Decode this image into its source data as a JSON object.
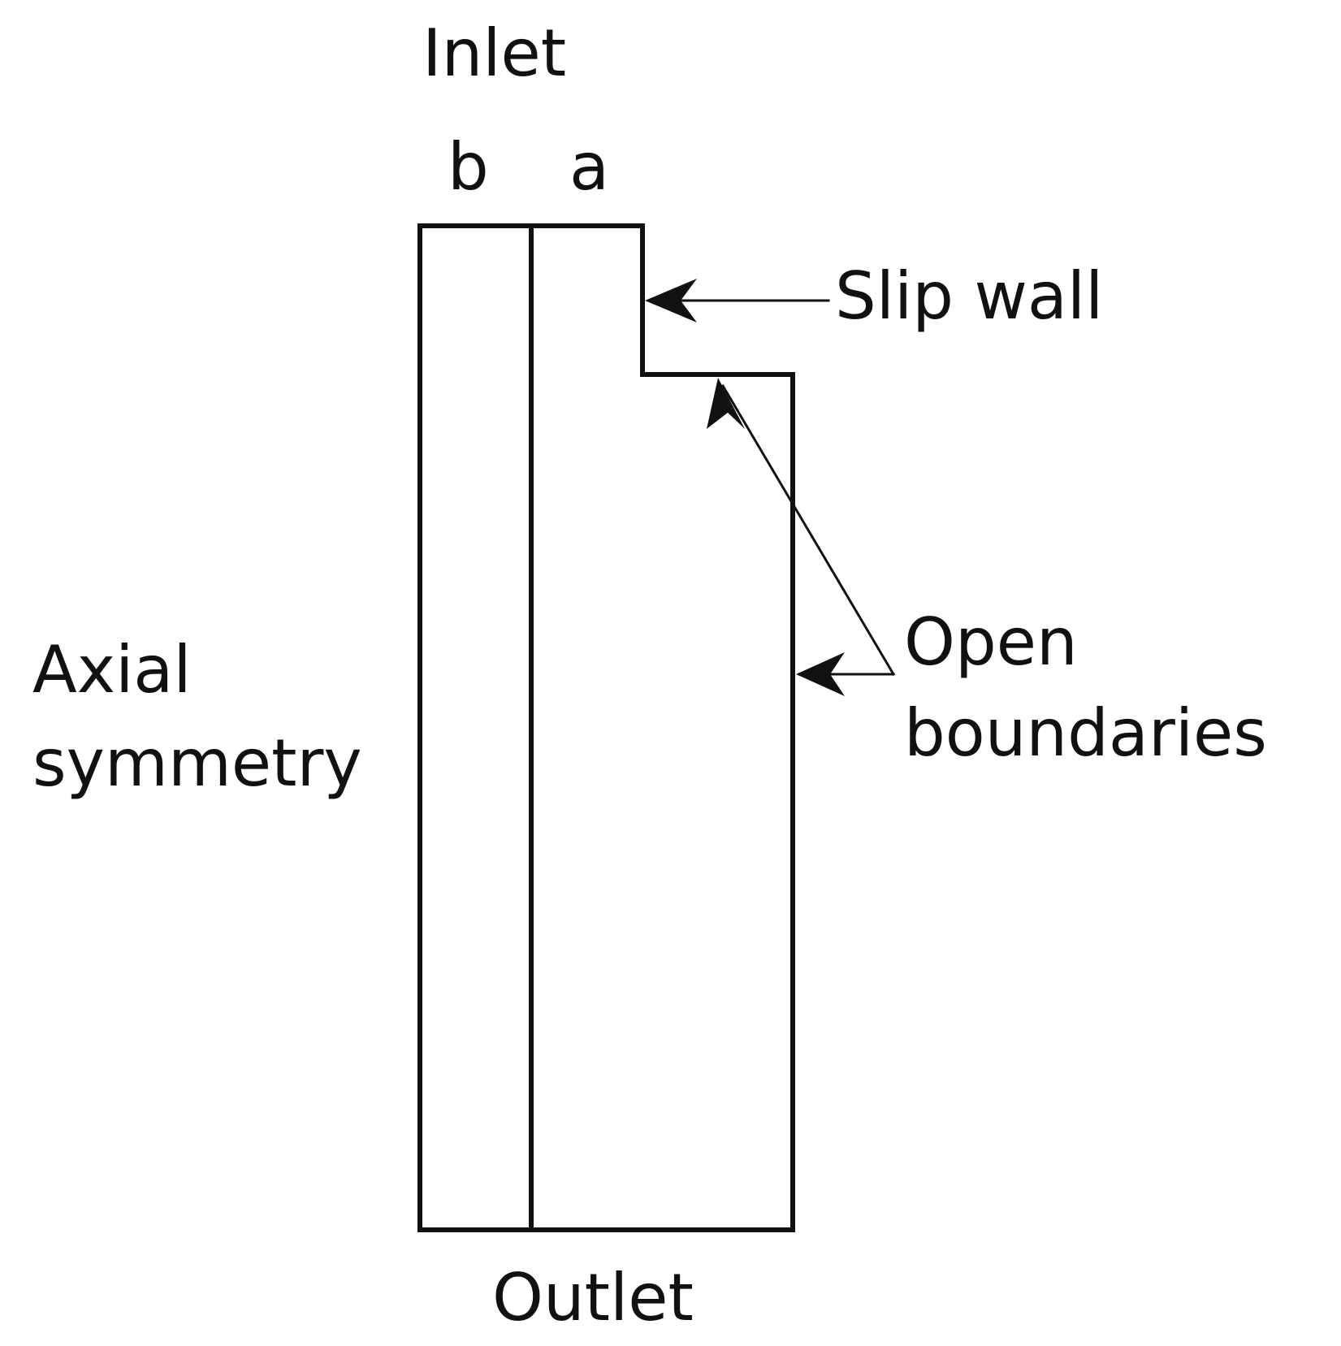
{
  "labels": {
    "inlet": "Inlet",
    "region_b": "b",
    "region_a": "a",
    "slip_wall": "Slip wall",
    "open_line1": "Open",
    "open_line2": "boundaries",
    "axial_line1": "Axial",
    "axial_line2": "symmetry",
    "outlet": "Outlet"
  },
  "colors": {
    "stroke": "#111111",
    "background": "#ffffff"
  }
}
